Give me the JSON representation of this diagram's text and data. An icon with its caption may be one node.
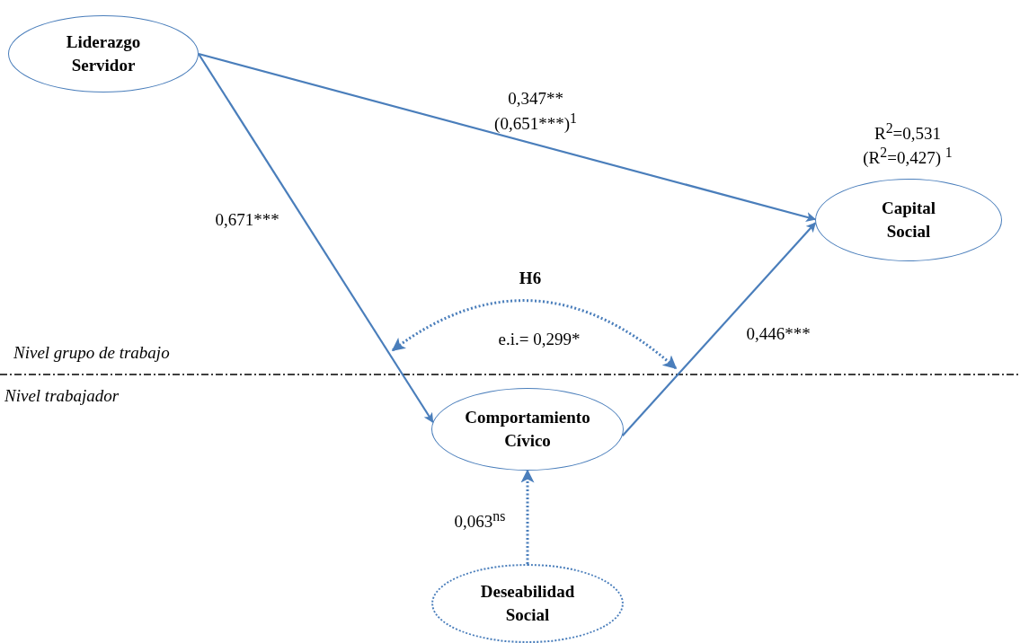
{
  "diagram": {
    "nodes": [
      {
        "text": [
          "Liderazgo Servidor"
        ]
      },
      {
        "text": [
          "Comportamiento Cívico"
        ]
      },
      {
        "text": [
          "Capital Social"
        ],
        "beside": [
          "R$^{2}$=0,531",
          "(R$^{2}$=0,427) $^{1}$"
        ]
      },
      {
        "text": [
          "Deseabilidad Social"
        ]
      }
    ],
    "edges": [
      {
        "from": 0,
        "to": 2,
        "arrow": "to",
        "label": "0,347** (0,651***)$^{1}$"
      },
      {
        "from": 0,
        "to": 1,
        "arrow": "to",
        "label": "0,671***"
      },
      {
        "from": 1,
        "to": 2,
        "arrow": "to",
        "label": "0,446***"
      },
      {
        "from": 3,
        "to": 1,
        "arrow": "to",
        "label": "0,063$^{ns}$",
        "style": "dashed"
      }
    ],
    "labels": [
      "H6",
      "e.i.= 0,299*",
      "Nivel grupo de trabajo",
      "Nivel trabajador"
    ]
  }
}
